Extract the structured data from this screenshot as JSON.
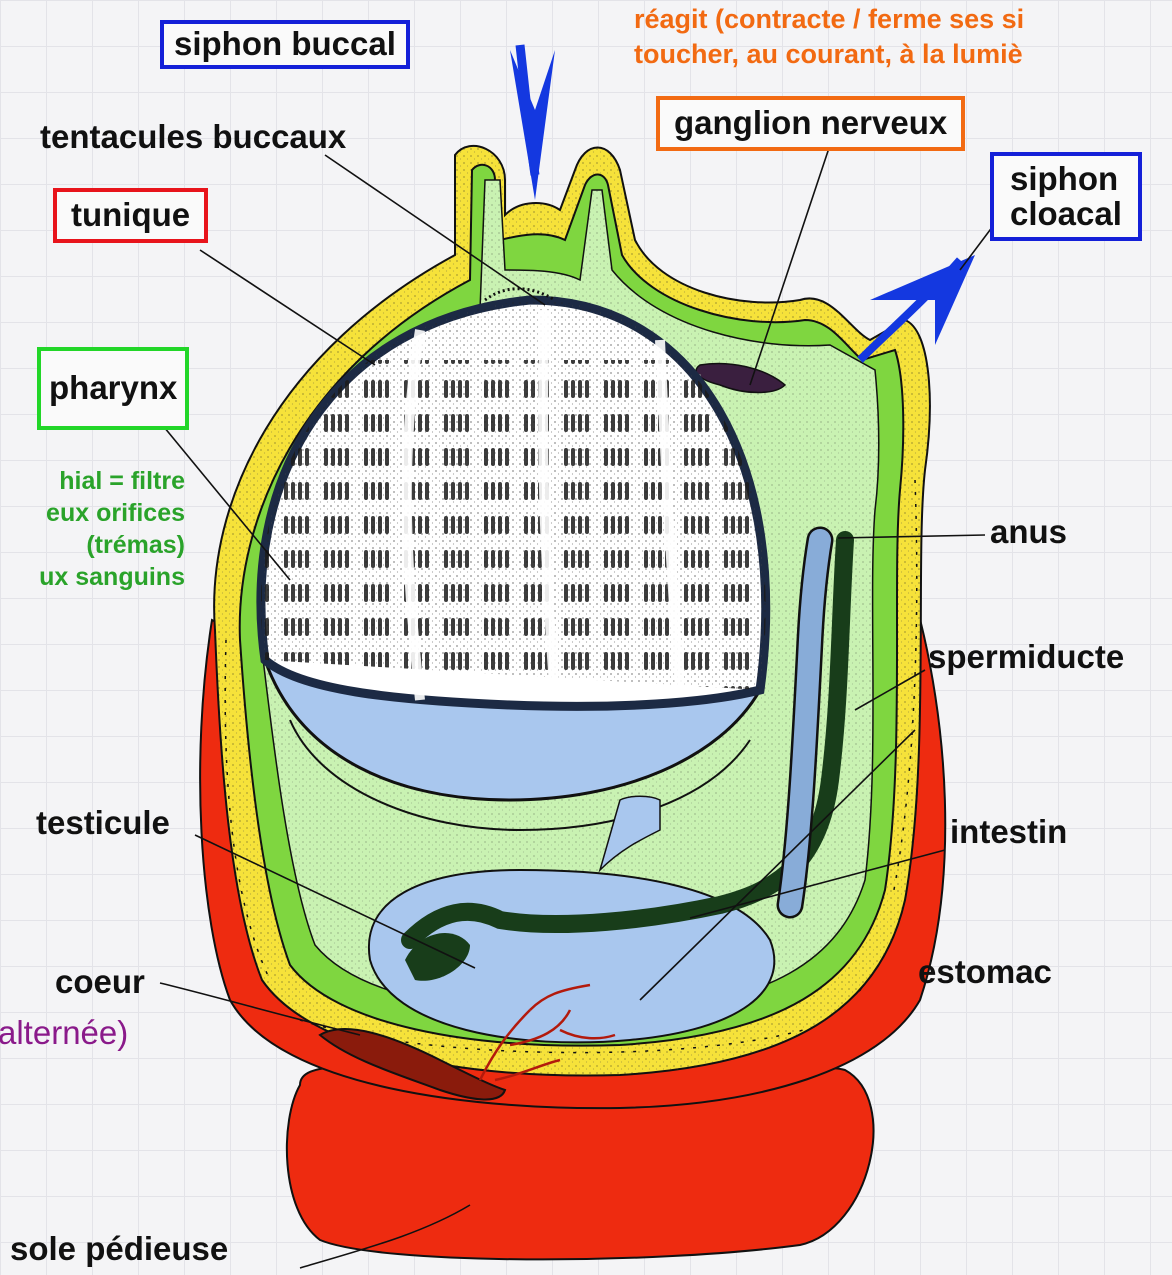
{
  "colors": {
    "tunique_box": "#e8141b",
    "siphon_box": "#1420d8",
    "ganglion_box": "#f26a12",
    "pharynx_box": "#22d628",
    "note_orange": "#f26a12",
    "note_green": "#2aa32a",
    "note_purple": "#8a1a8a",
    "flow_arrow": "#1438e0",
    "tunic_red": "#ee2b10",
    "epidermis_yellow": "#f6e23a",
    "mantle_green": "#7fd640",
    "inner_lightgreen": "#c9f2b2",
    "pharynx_white": "#ffffff",
    "pharynx_blue": "#a9c7ee",
    "gut_dark": "#183d1a",
    "intestine_blue": "#88acd8"
  },
  "labels": {
    "siphon_buccal": "siphon buccal",
    "tentacules_buccaux": "tentacules buccaux",
    "tunique": "tunique",
    "pharynx": "pharynx",
    "ganglion_nerveux": "ganglion nerveux",
    "siphon_cloacal_line1": "siphon",
    "siphon_cloacal_line2": "cloacal",
    "anus": "anus",
    "spermiducte": "spermiducte",
    "intestin": "intestin",
    "estomac": "estomac",
    "testicule": "testicule",
    "coeur": "coeur",
    "sole_pedieuse": "sole pédieuse"
  },
  "notes": {
    "ganglion_line1": "réagit (contracte / ferme ses si",
    "ganglion_line2": "toucher, au courant, à la lumiè",
    "pharynx_line1": "hial  = filtre",
    "pharynx_line2": "eux orifices",
    "pharynx_line3": "(trémas)",
    "pharynx_line4": "ux sanguins",
    "coeur_note": "alternée)"
  },
  "icons": {
    "inflow": "down-arrow-icon",
    "outflow": "up-right-arrow-icon"
  }
}
